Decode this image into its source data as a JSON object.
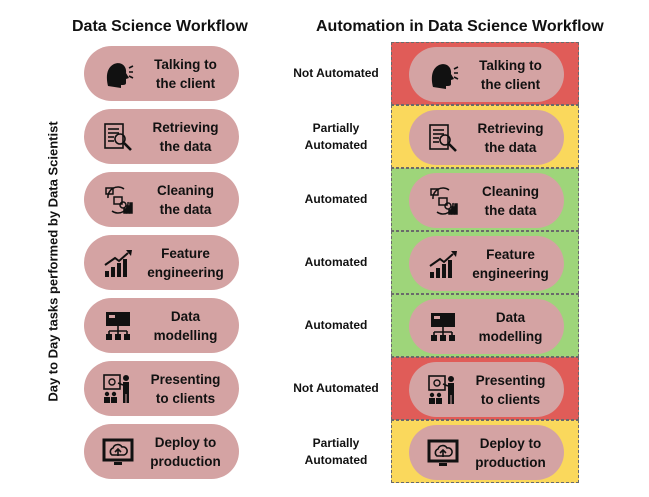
{
  "titles": {
    "left": "Data Science Workflow",
    "right": "Automation in Data Science Workflow"
  },
  "side_label": "Day to Day tasks performed by Data Scientist",
  "colors": {
    "pill": "#d4a3a3",
    "not_automated": "#e05c58",
    "partially_automated": "#fad85c",
    "automated": "#9ed57a"
  },
  "tasks": [
    {
      "label": "Talking to\nthe client",
      "icon": "speaking-head-icon",
      "status": "Not Automated",
      "level": "not_automated"
    },
    {
      "label": "Retrieving\nthe data",
      "icon": "document-search-icon",
      "status": "Partially\nAutomated",
      "level": "partially_automated"
    },
    {
      "label": "Cleaning\nthe data",
      "icon": "data-cleaning-cycle-icon",
      "status": "Automated",
      "level": "automated"
    },
    {
      "label": "Feature\nengineering",
      "icon": "growth-chart-icon",
      "status": "Automated",
      "level": "automated"
    },
    {
      "label": "Data\nmodelling",
      "icon": "hierarchy-board-icon",
      "status": "Automated",
      "level": "automated"
    },
    {
      "label": "Presenting\nto clients",
      "icon": "presentation-audience-icon",
      "status": "Not Automated",
      "level": "not_automated"
    },
    {
      "label": "Deploy to\nproduction",
      "icon": "cloud-upload-monitor-icon",
      "status": "Partially\nAutomated",
      "level": "partially_automated"
    }
  ]
}
